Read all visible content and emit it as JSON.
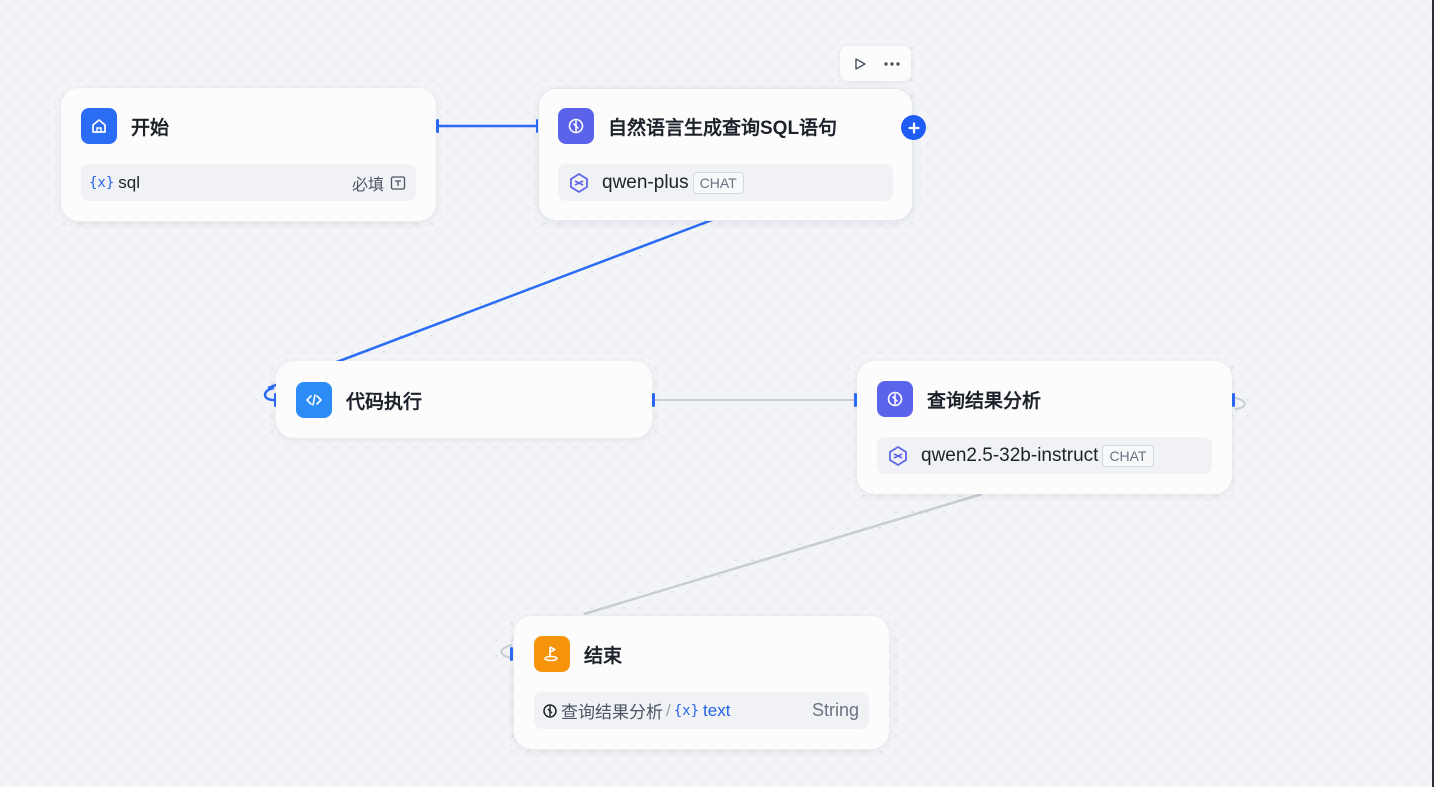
{
  "canvas": {
    "background": "#f2f4f7",
    "accent": "#2b6cf5",
    "edge_active": "#2b6cf5",
    "edge_idle": "#c9cdd4"
  },
  "toolbar": {
    "run_icon": "play-icon",
    "more_icon": "more-icon"
  },
  "nodes": {
    "start": {
      "title": "开始",
      "icon": "home-icon",
      "icon_color": "#2b6cf5",
      "variable": {
        "symbol": "{x}",
        "name": "sql",
        "required": "必填"
      }
    },
    "llm_sql": {
      "title": "自然语言生成查询SQL语句",
      "icon": "llm-icon",
      "icon_color": "#5b63ea",
      "model": {
        "name": "qwen-plus",
        "tag": "CHAT"
      }
    },
    "code": {
      "title": "代码执行",
      "icon": "code-icon",
      "icon_color": "#2b8cf5"
    },
    "analysis": {
      "title": "查询结果分析",
      "icon": "llm-icon",
      "icon_color": "#5b63ea",
      "model": {
        "name": "qwen2.5-32b-instruct",
        "tag": "CHAT"
      }
    },
    "end": {
      "title": "结束",
      "icon": "flag-icon",
      "icon_color": "#f5930b",
      "output": {
        "source": "查询结果分析",
        "separator": "/",
        "symbol": "{x}",
        "name": "text",
        "type": "String"
      }
    }
  }
}
